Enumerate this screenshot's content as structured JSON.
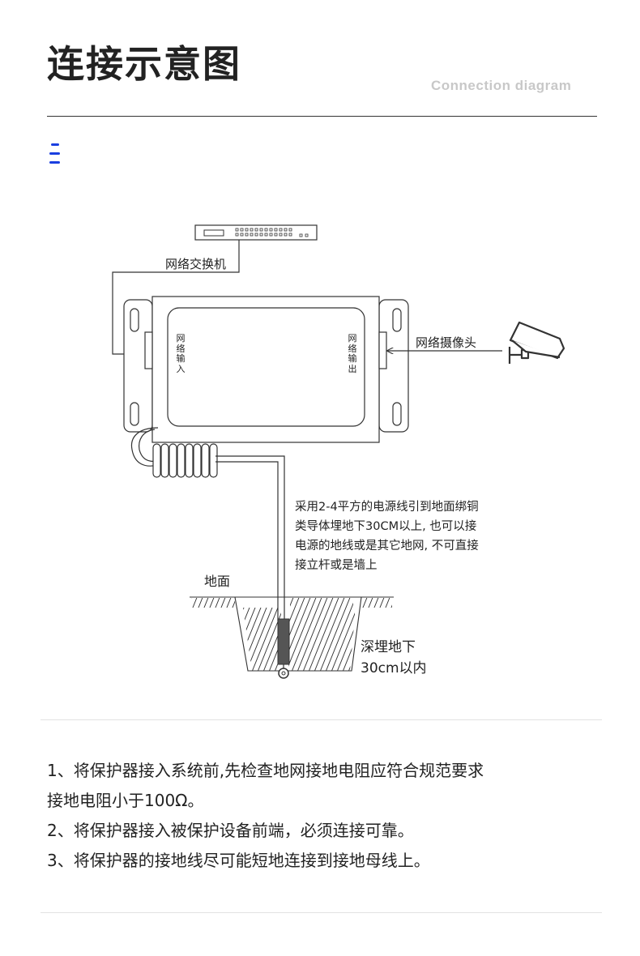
{
  "header": {
    "title": "连接示意图",
    "subtitle": "Connection diagram"
  },
  "diagram": {
    "switch_label": "网络交换机",
    "input_label": "网络输入",
    "output_label": "网络输出",
    "camera_label": "网络摄像头",
    "ground_label": "地面",
    "wire_note": [
      "采用2-4平方的电源线引到地面绑铜",
      "类导体埋地下30CM以上, 也可以接",
      "电源的地线或是其它地网, 不可直接",
      "接立杆或是墙上"
    ],
    "depth_note": [
      "深埋地下",
      "30cm以内"
    ]
  },
  "instructions": [
    "1、将保护器接入系统前,先检查地网接地电阻应符合规范要求",
    "接地电阻小于100Ω。",
    "2、将保护器接入被保护设备前端，必须连接可靠。",
    "3、将保护器的接地线尽可能短地连接到接地母线上。"
  ],
  "colors": {
    "accent": "#1a3fe0",
    "subtitle": "#c8c8c8",
    "line": "#333333"
  }
}
